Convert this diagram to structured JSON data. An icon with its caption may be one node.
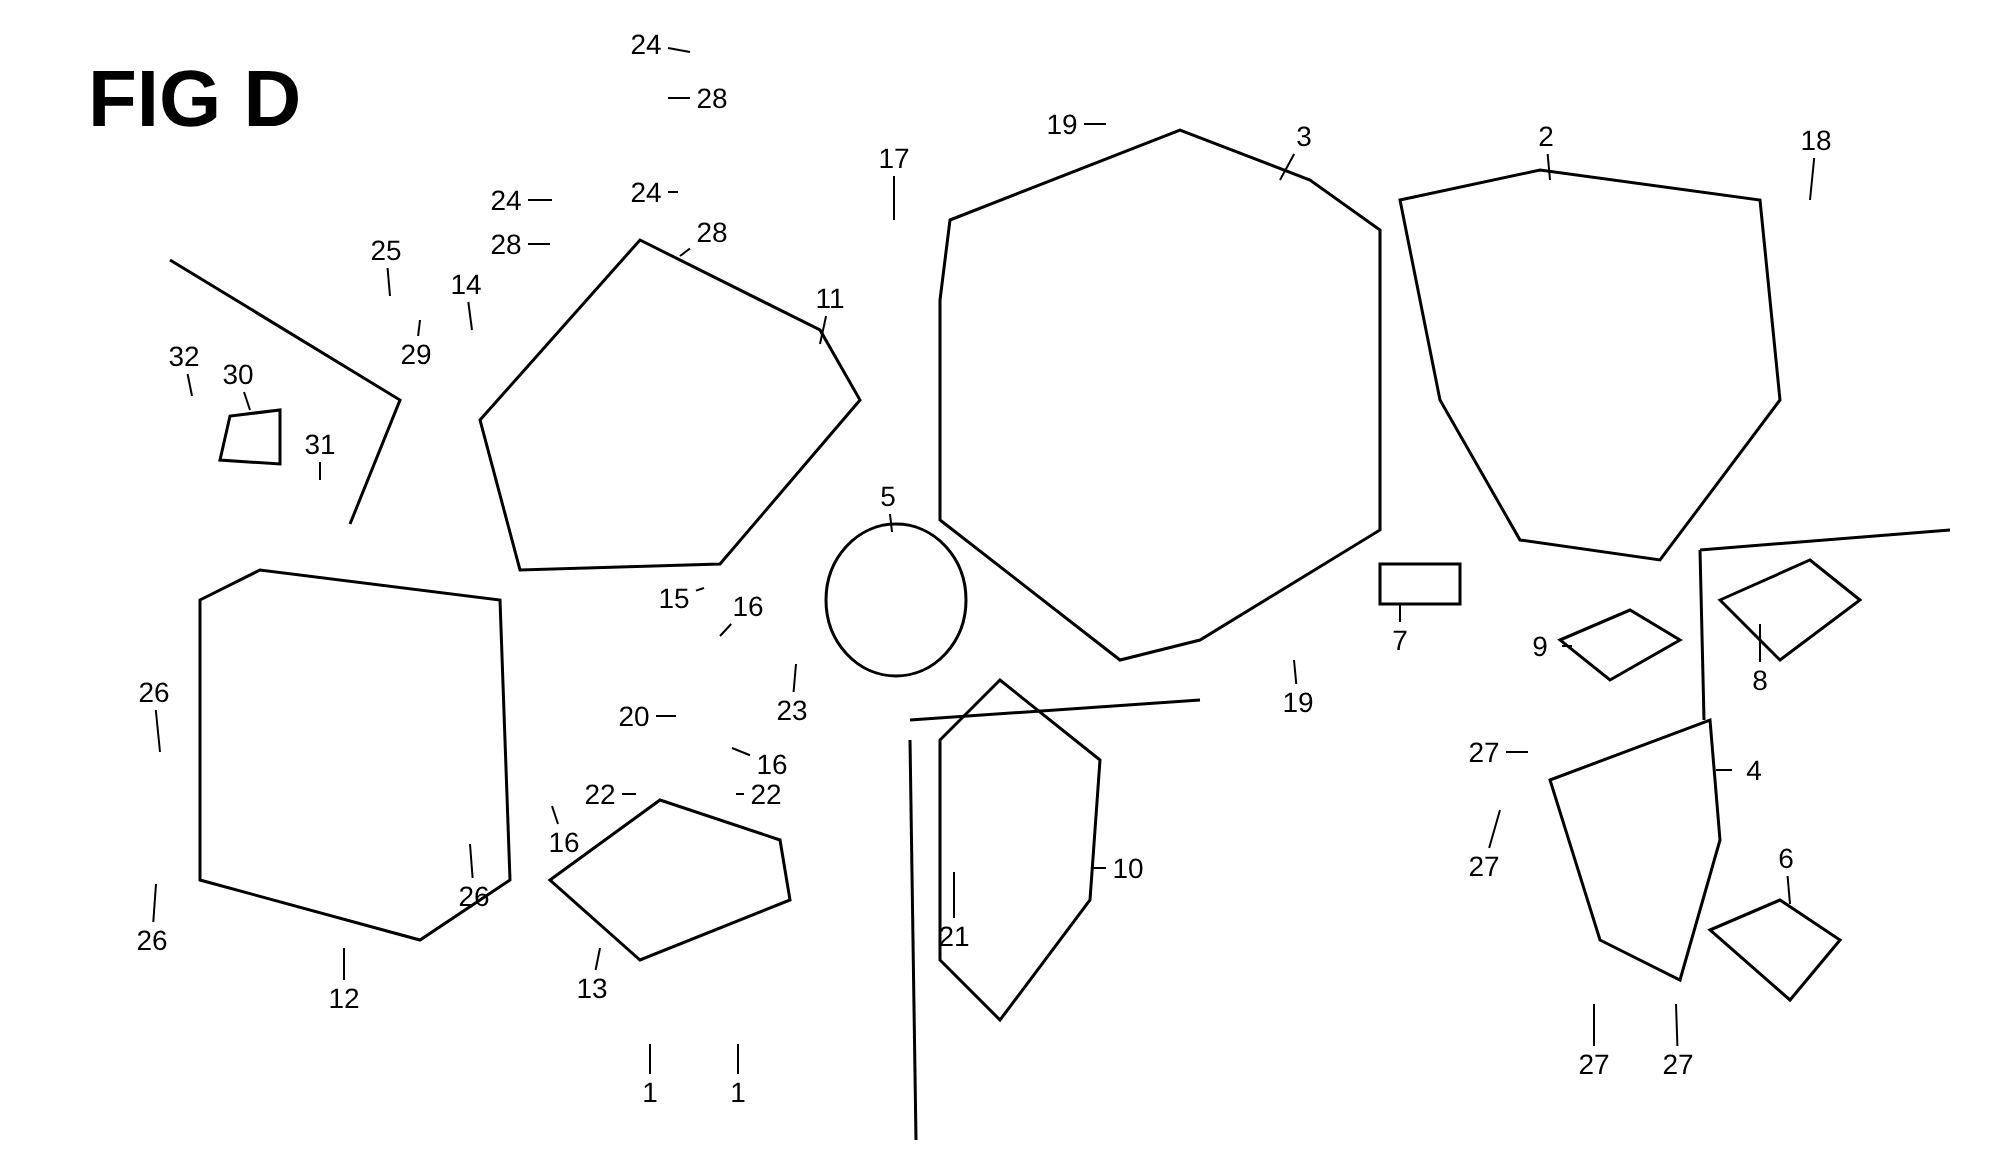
{
  "diagram": {
    "title": "FIG D",
    "nodes": [
      {
        "text": [
          "24"
        ]
      },
      {
        "text": [
          "28"
        ]
      },
      {
        "text": [
          "19"
        ]
      },
      {
        "text": [
          "3"
        ]
      },
      {
        "text": [
          "2"
        ]
      },
      {
        "text": [
          "18"
        ]
      },
      {
        "text": [
          "17"
        ]
      },
      {
        "text": [
          "24"
        ]
      },
      {
        "text": [
          "28"
        ]
      },
      {
        "text": [
          "24"
        ]
      },
      {
        "text": [
          "28"
        ]
      },
      {
        "text": [
          "25"
        ]
      },
      {
        "text": [
          "14"
        ]
      },
      {
        "text": [
          "11"
        ]
      },
      {
        "text": [
          "29"
        ]
      },
      {
        "text": [
          "32"
        ]
      },
      {
        "text": [
          "30"
        ]
      },
      {
        "text": [
          "31"
        ]
      },
      {
        "text": [
          "5"
        ]
      },
      {
        "text": [
          "15"
        ]
      },
      {
        "text": [
          "16"
        ]
      },
      {
        "text": [
          "7"
        ]
      },
      {
        "text": [
          "9"
        ]
      },
      {
        "text": [
          "8"
        ]
      },
      {
        "text": [
          "23"
        ]
      },
      {
        "text": [
          "26"
        ]
      },
      {
        "text": [
          "20"
        ]
      },
      {
        "text": [
          "19"
        ]
      },
      {
        "text": [
          "27"
        ]
      },
      {
        "text": [
          "16"
        ]
      },
      {
        "text": [
          "4"
        ]
      },
      {
        "text": [
          "22"
        ]
      },
      {
        "text": [
          "22"
        ]
      },
      {
        "text": [
          "16"
        ]
      },
      {
        "text": [
          "6"
        ]
      },
      {
        "text": [
          "27"
        ]
      },
      {
        "text": [
          "10"
        ]
      },
      {
        "text": [
          "26"
        ]
      },
      {
        "text": [
          "21"
        ]
      },
      {
        "text": [
          "26"
        ]
      },
      {
        "text": [
          "13"
        ]
      },
      {
        "text": [
          "12"
        ]
      },
      {
        "text": [
          "27"
        ]
      },
      {
        "text": [
          "27"
        ]
      },
      {
        "text": [
          "1"
        ]
      },
      {
        "text": [
          "1"
        ]
      }
    ],
    "edges": [
      {
        "from": 0,
        "to": null,
        "arrow": "none"
      },
      {
        "from": 1,
        "to": null,
        "arrow": "none"
      },
      {
        "from": 2,
        "to": null,
        "arrow": "none"
      },
      {
        "from": 3,
        "to": null,
        "arrow": "none"
      },
      {
        "from": 4,
        "to": null,
        "arrow": "none"
      },
      {
        "from": 5,
        "to": null,
        "arrow": "none"
      },
      {
        "from": 6,
        "to": null,
        "arrow": "none"
      },
      {
        "from": 7,
        "to": null,
        "arrow": "none"
      },
      {
        "from": 8,
        "to": null,
        "arrow": "none"
      },
      {
        "from": 9,
        "to": null,
        "arrow": "none"
      },
      {
        "from": 10,
        "to": null,
        "arrow": "none"
      },
      {
        "from": 11,
        "to": null,
        "arrow": "none"
      },
      {
        "from": 12,
        "to": null,
        "arrow": "none"
      },
      {
        "from": 13,
        "to": null,
        "arrow": "none"
      },
      {
        "from": 14,
        "to": null,
        "arrow": "none"
      },
      {
        "from": 15,
        "to": null,
        "arrow": "none"
      },
      {
        "from": 16,
        "to": null,
        "arrow": "none"
      },
      {
        "from": 17,
        "to": null,
        "arrow": "none"
      },
      {
        "from": 18,
        "to": null,
        "arrow": "none"
      },
      {
        "from": 19,
        "to": null,
        "arrow": "none"
      },
      {
        "from": 20,
        "to": null,
        "arrow": "none"
      },
      {
        "from": 21,
        "to": null,
        "arrow": "none"
      },
      {
        "from": 22,
        "to": null,
        "arrow": "none"
      },
      {
        "from": 23,
        "to": null,
        "arrow": "none"
      },
      {
        "from": 24,
        "to": null,
        "arrow": "none"
      },
      {
        "from": 25,
        "to": null,
        "arrow": "none"
      },
      {
        "from": 26,
        "to": null,
        "arrow": "none"
      },
      {
        "from": 27,
        "to": null,
        "arrow": "none"
      },
      {
        "from": 28,
        "to": null,
        "arrow": "none"
      },
      {
        "from": 29,
        "to": null,
        "arrow": "none"
      },
      {
        "from": 30,
        "to": null,
        "arrow": "none"
      },
      {
        "from": 31,
        "to": null,
        "arrow": "none"
      },
      {
        "from": 32,
        "to": null,
        "arrow": "none"
      },
      {
        "from": 33,
        "to": null,
        "arrow": "none"
      },
      {
        "from": 34,
        "to": null,
        "arrow": "none"
      },
      {
        "from": 35,
        "to": null,
        "arrow": "none"
      },
      {
        "from": 36,
        "to": null,
        "arrow": "none"
      },
      {
        "from": 37,
        "to": null,
        "arrow": "none"
      },
      {
        "from": 38,
        "to": null,
        "arrow": "none"
      },
      {
        "from": 39,
        "to": null,
        "arrow": "none"
      },
      {
        "from": 40,
        "to": null,
        "arrow": "none"
      },
      {
        "from": 41,
        "to": null,
        "arrow": "none"
      },
      {
        "from": 42,
        "to": null,
        "arrow": "none"
      },
      {
        "from": 43,
        "to": null,
        "arrow": "none"
      },
      {
        "from": 44,
        "to": null,
        "arrow": "none"
      },
      {
        "from": 45,
        "to": null,
        "arrow": "none"
      }
    ]
  }
}
